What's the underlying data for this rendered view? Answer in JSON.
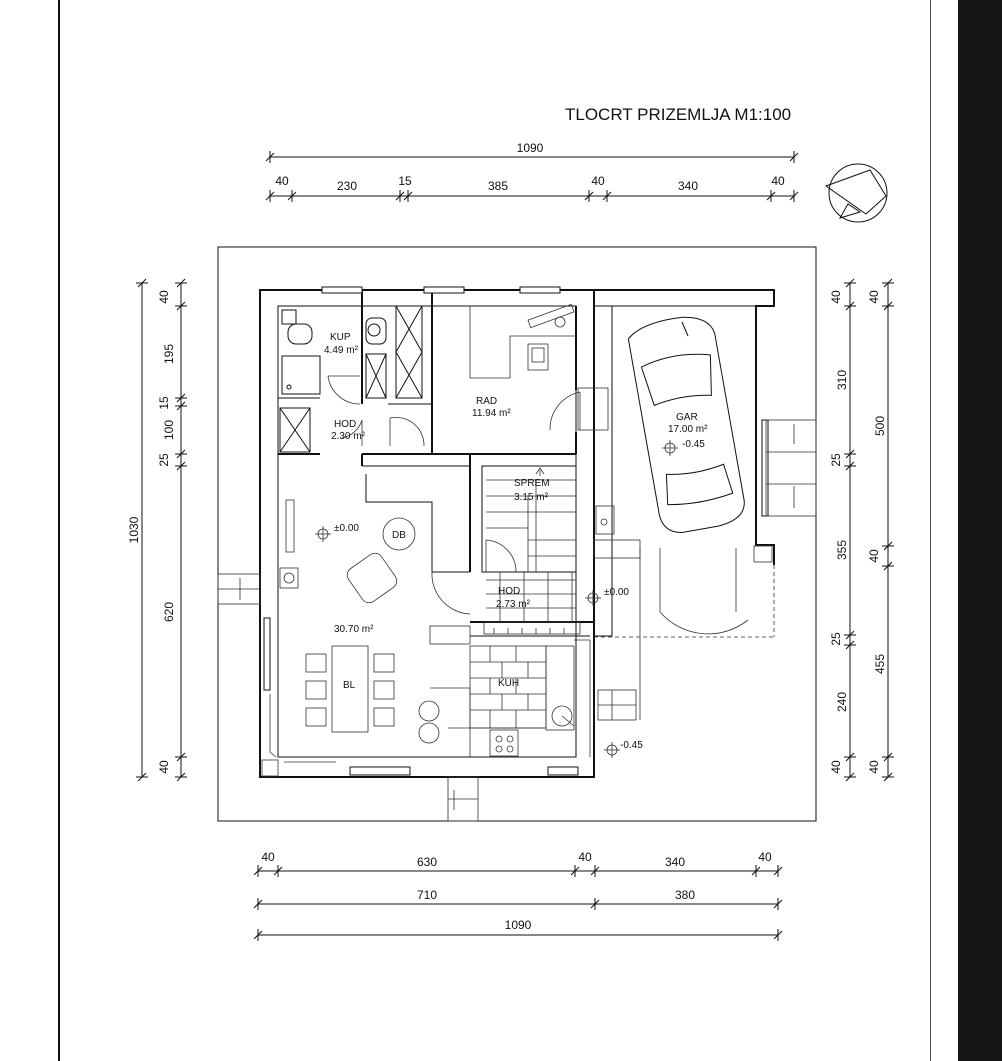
{
  "title": "TLOCRT PRIZEMLJA  M1:100",
  "dimensions": {
    "top_total": "1090",
    "top_segments": [
      "40",
      "230",
      "15",
      "385",
      "40",
      "340",
      "40"
    ],
    "bottom_row1": [
      "40",
      "630",
      "40",
      "340",
      "40"
    ],
    "bottom_row2": [
      "710",
      "380"
    ],
    "bottom_total": "1090",
    "left_total": "1030",
    "left_segments": [
      "40",
      "195",
      "15",
      "100",
      "25",
      "620",
      "40"
    ],
    "right_inner": [
      "40",
      "310",
      "25",
      "355",
      "25",
      "240",
      "40"
    ],
    "right_outer": [
      "40",
      "500",
      "40",
      "455",
      "40"
    ]
  },
  "rooms": {
    "kup_name": "KUP",
    "kup_area": "4.49 m²",
    "rad_name": "RAD",
    "rad_area": "11.94 m²",
    "gar_name": "GAR",
    "gar_area": "17.00 m²",
    "gar_level": "-0.45",
    "hod1_name": "HOD",
    "hod1_area": "2.30 m²",
    "sprem_name": "SPREM",
    "sprem_area": "3.15 m²",
    "hod2_name": "HOD",
    "hod2_area": "2.73 m²",
    "dnevni_area": "30.70 m²",
    "db_label": "DB",
    "bl_label": "BL",
    "kuh_name": "KUH",
    "level_living": "±0.00",
    "level_hall": "±0.00",
    "level_ext": "-0.45"
  },
  "icons": {
    "north": "north-arrow-icon"
  }
}
